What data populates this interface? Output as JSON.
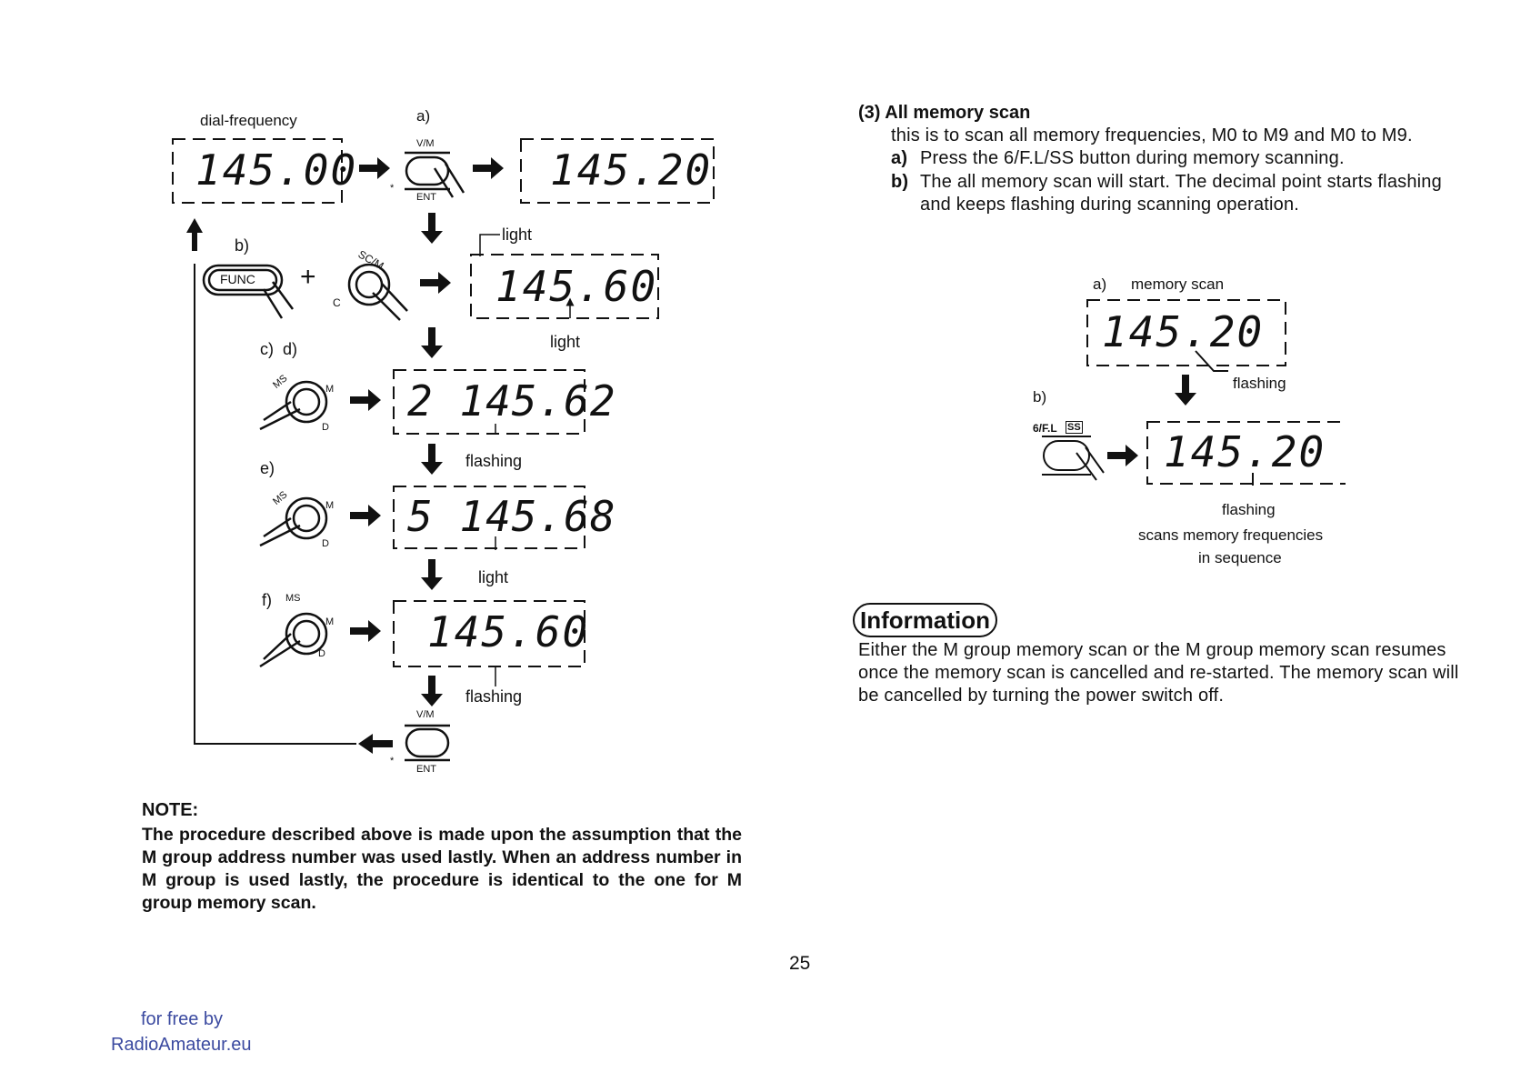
{
  "diagram": {
    "dial_frequency_label": "dial-frequency",
    "step_a": "a)",
    "step_b": "b)",
    "step_cd": "c)  d)",
    "step_e": "e)",
    "step_f": "f)",
    "vm_label": "V/M",
    "ent_label": "ENT",
    "func_label": "FUNC",
    "scm_label": "SC/M",
    "ms_label": "MS",
    "m_label": "M",
    "d_label": "D",
    "c_label": "C",
    "light": "light",
    "flashing": "flashing",
    "displays": [
      {
        "text": "145.00"
      },
      {
        "text": "145.20"
      },
      {
        "text": "145.60"
      },
      {
        "text": "2 145.62"
      },
      {
        "text": "5 145.68"
      },
      {
        "text": "145.60"
      }
    ]
  },
  "note": {
    "title": "NOTE:",
    "body": "The procedure described above is made upon the assumption that the M group address number was used lastly. When an address number in M group is used lastly, the procedure is identical to the one for M group memory scan."
  },
  "page_number": "25",
  "footer": {
    "line1": "for free by",
    "line2": "RadioAmateur.eu"
  },
  "section": {
    "heading": "(3) All memory scan",
    "intro": "this is to scan all memory frequencies, M0 to M9 and M0 to M9.",
    "step_a_label": "a)",
    "step_a_text": "Press the 6/F.L/SS button during memory scanning.",
    "step_b_label": "b)",
    "step_b_text": "The all memory scan will start. The decimal point starts flashing and keeps flashing during scanning operation."
  },
  "scan_diagram": {
    "a_label": "a)",
    "memory_scan": "memory scan",
    "b_label": "b)",
    "button_label": "6/F.L",
    "ss_label": "SS",
    "flashing1": "flashing",
    "flashing2": "flashing",
    "caption1": "scans memory frequencies",
    "caption2": "in sequence",
    "display_top": "145.20",
    "display_bottom": "145.20"
  },
  "information": {
    "badge": "Information",
    "text": "Either the M group memory scan or the M group memory scan resumes once the memory scan is cancelled and re-started. The memory scan will be cancelled by turning the power switch off."
  }
}
